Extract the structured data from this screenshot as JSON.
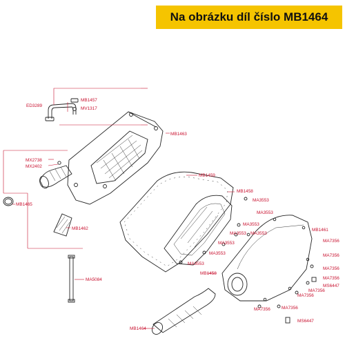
{
  "banner": {
    "title": "Na obrázku díl číslo MB1464",
    "background": "#f5c400"
  },
  "label_color": "#c8102e",
  "labels": {
    "ED3289": "ED3289",
    "MB1457": "MB1457",
    "MV1317": "MV1317",
    "MB1463": "MB1463",
    "MX2738": "MX2738",
    "MX2402": "MX2402",
    "MB1465": "MB1465",
    "MB1462": "MB1462",
    "MA5084": "MA5084",
    "MB1459": "MB1459",
    "MB1458_top": "MB1458",
    "MB1458_bottom": "MB1458",
    "MA3553_1": "MA3553",
    "MA3553_2": "MA3553",
    "MA3553_3": "MA3553",
    "MA3553_4": "MA3553",
    "MA3553_5": "MA3553",
    "MA3553_6": "MA3553",
    "MA3553_7": "MA3553",
    "MB1461": "MB1461",
    "MA7356_1": "MA7356",
    "MA7356_2": "MA7356",
    "MA7356_3": "MA7356",
    "MA7356_4": "MA7356",
    "MA7356_5": "MA7356",
    "MA7356_6": "MA7356",
    "MA7356_7": "MA7356",
    "MA7356_8": "MA7356",
    "MS6447_1": "MS6447",
    "MS6447_2": "MS6447",
    "MB1464": "MB1464"
  }
}
